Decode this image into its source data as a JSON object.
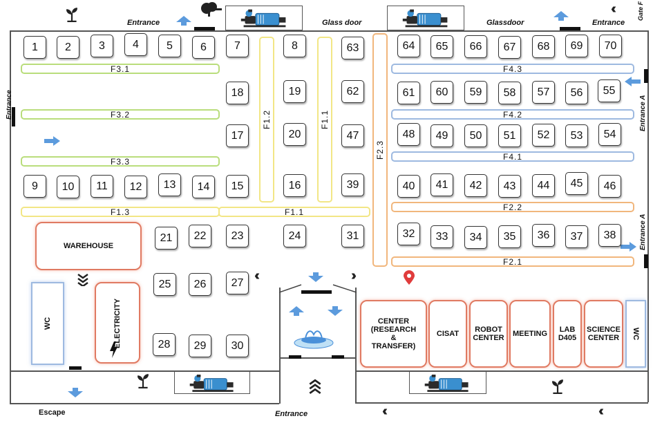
{
  "labels": {
    "entrance_top_left": "Entrance",
    "glass_door_1": "Glass door",
    "glass_door_2": "Glassdoor",
    "entrance_top_right": "Entrance",
    "gate_f": "Gate F",
    "entrance_left": "Entrance",
    "entrance_a_1": "Entrance A",
    "entrance_a_2": "Entrance A",
    "escape": "Escape",
    "entrance_bottom": "Entrance"
  },
  "booths": [
    "1",
    "2",
    "3",
    "4",
    "5",
    "6",
    "7",
    "8",
    "63",
    "64",
    "65",
    "66",
    "67",
    "68",
    "69",
    "70",
    "18",
    "19",
    "62",
    "61",
    "60",
    "59",
    "58",
    "57",
    "56",
    "55",
    "17",
    "20",
    "47",
    "48",
    "49",
    "50",
    "51",
    "52",
    "53",
    "54",
    "9",
    "10",
    "11",
    "12",
    "13",
    "14",
    "15",
    "16",
    "39",
    "40",
    "41",
    "42",
    "43",
    "44",
    "45",
    "46",
    "21",
    "22",
    "23",
    "24",
    "31",
    "32",
    "33",
    "34",
    "35",
    "36",
    "37",
    "38",
    "25",
    "26",
    "27",
    "28",
    "29",
    "30"
  ],
  "aisles": {
    "f31": "F3.1",
    "f32": "F3.2",
    "f33": "F3.3",
    "f12": "F1.2",
    "f11v": "F1.1",
    "f23": "F2.3",
    "f13": "F1.3",
    "f11h": "F1.1",
    "f43": "F4.3",
    "f42": "F4.2",
    "f41": "F4.1",
    "f22": "F2.2",
    "f21": "F2.1"
  },
  "rooms": {
    "warehouse": "WAREHOUSE",
    "wc_left": "WC",
    "electricity": "ELECTRICITY",
    "center_l1": "CENTER",
    "center_l2": "(RESEARCH",
    "center_l3": "&",
    "center_l4": "TRANSFER)",
    "cisat": "CISAT",
    "robot_l1": "ROBOT",
    "robot_l2": "CENTER",
    "meeting": "MEETING",
    "lab_l1": "LAB",
    "lab_l2": "D405",
    "science_l1": "SCIENCE",
    "science_l2": "CENTER",
    "wc_right": "WC"
  },
  "icons": [
    "plant-icon",
    "tree-icon",
    "water-pump-icon",
    "arrow-up-icon",
    "arrow-right-icon",
    "arrow-left-icon",
    "arrow-down-icon",
    "chevron-icon",
    "location-pin-icon",
    "fountain-icon",
    "lightning-icon"
  ],
  "colors": {
    "green": "#b9dd7b",
    "yellow": "#f2e685",
    "blue": "#9db9e0",
    "orange": "#f1b67c",
    "room": "#e07a62",
    "arrow": "#4a90d9",
    "pin": "#e03c3c"
  }
}
